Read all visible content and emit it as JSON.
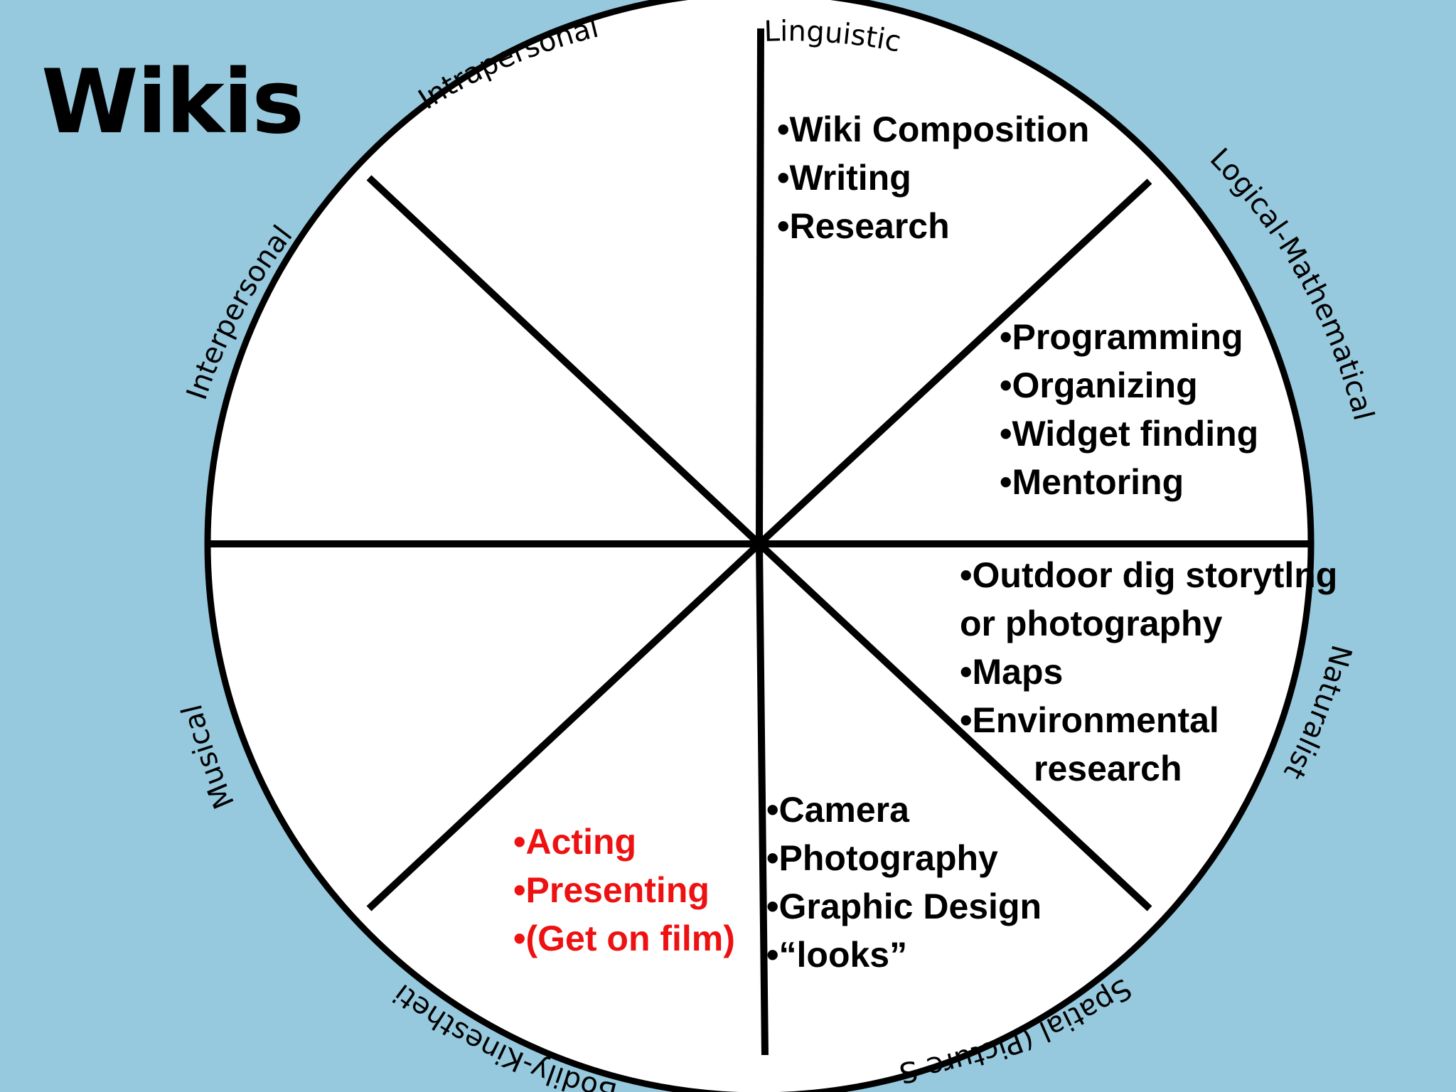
{
  "title": "Wikis",
  "colors": {
    "background": "#96c9dd",
    "wheel_fill": "#ffffff",
    "stroke": "#000000",
    "highlight": "#ee1111"
  },
  "wheel": {
    "sectors": [
      {
        "id": "linguistic",
        "label": "Linguistic",
        "items": [
          "•Wiki Composition",
          "•Writing",
          "•Research"
        ],
        "color": "#000000"
      },
      {
        "id": "logical",
        "label": "Logical-Mathematical",
        "items": [
          "•Programming",
          "•Organizing",
          "•Widget finding",
          "•Mentoring"
        ],
        "color": "#000000"
      },
      {
        "id": "naturalist",
        "label": "Naturalist",
        "items": [
          "•Outdoor dig storytlng",
          "or photography",
          "•Maps",
          "•Environmental",
          "research"
        ],
        "color": "#000000"
      },
      {
        "id": "spatial",
        "label": "Spatial (Picture S",
        "items": [
          "•Camera",
          "•Photography",
          "•Graphic Design",
          "•“looks”"
        ],
        "color": "#000000"
      },
      {
        "id": "bodily",
        "label": "Bodily-Kinestheti",
        "items": [
          "•Acting",
          "•Presenting",
          "•(Get on film)"
        ],
        "color": "#ee1111"
      },
      {
        "id": "musical",
        "label": "Musical",
        "items": [],
        "color": "#000000"
      },
      {
        "id": "interpersonal",
        "label": "Interpersonal",
        "items": [],
        "color": "#000000"
      },
      {
        "id": "intrapersonal",
        "label": "Intrapersonal",
        "items": [],
        "color": "#000000"
      }
    ]
  }
}
